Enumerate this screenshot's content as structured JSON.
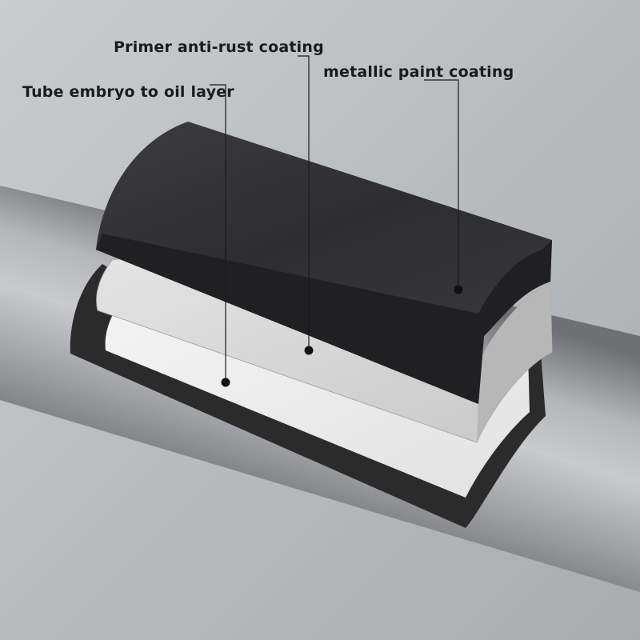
{
  "labels": {
    "primer": "Primer anti-rust coating",
    "metallic": "metallic paint coating",
    "tube": "Tube embryo to oil layer"
  },
  "colors": {
    "background": "#b9bdbf",
    "pipe": "#9a9c9f",
    "outer_coating": "#2f2f31",
    "primer_coating": "#dcdcdc",
    "inner_band": "#2b2b2b",
    "inner_face": "#ececec",
    "leader_line": "#1b1b1b"
  }
}
